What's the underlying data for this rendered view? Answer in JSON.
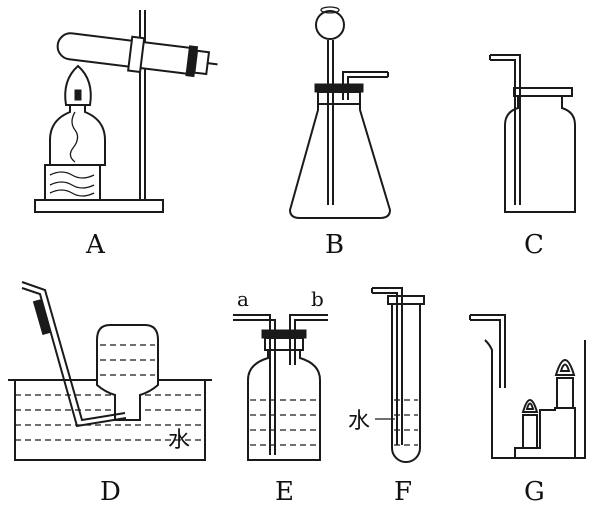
{
  "apparatus": [
    {
      "id": "A",
      "label": "A"
    },
    {
      "id": "B",
      "label": "B"
    },
    {
      "id": "C",
      "label": "C"
    },
    {
      "id": "D",
      "label": "D",
      "annotation": "水"
    },
    {
      "id": "E",
      "label": "E",
      "port_left": "a",
      "port_right": "b"
    },
    {
      "id": "F",
      "label": "F",
      "annotation": "水"
    },
    {
      "id": "G",
      "label": "G"
    }
  ]
}
